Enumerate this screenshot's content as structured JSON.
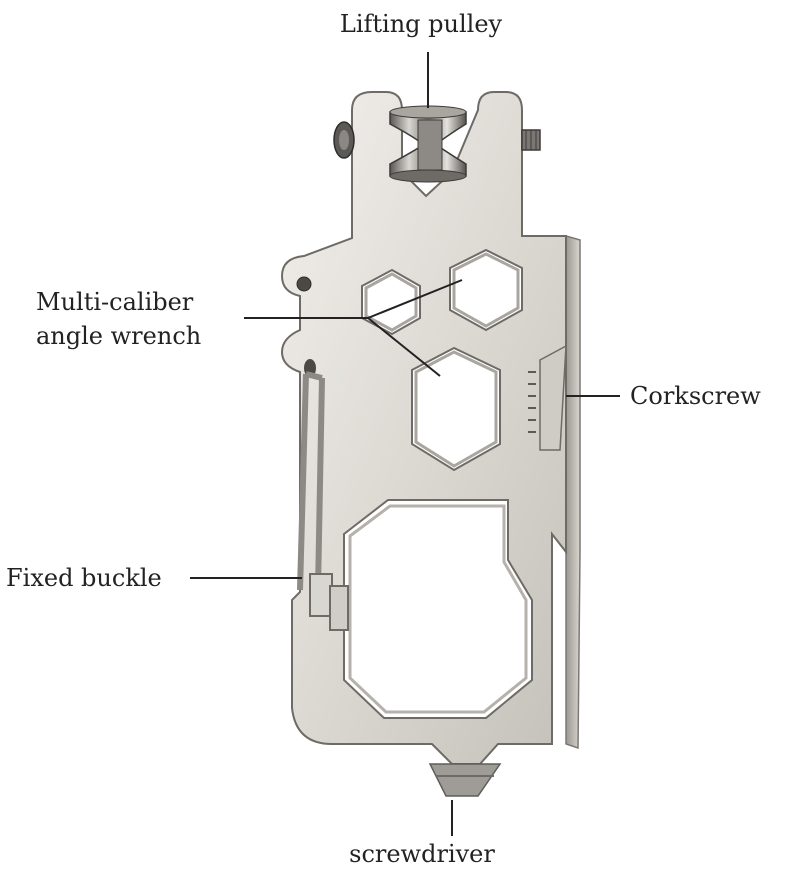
{
  "callouts": {
    "lifting_pulley": "Lifting pulley",
    "wrench_line1": "Multi-caliber",
    "wrench_line2": "angle wrench",
    "corkscrew": "Corkscrew",
    "fixed_buckle": "Fixed buckle",
    "screwdriver": "screwdriver"
  },
  "colors": {
    "metal_light": "#e9e7e2",
    "metal_mid": "#cfccc5",
    "metal_dark": "#8a8782",
    "outline": "#6e6b66",
    "label_text": "#222222"
  }
}
